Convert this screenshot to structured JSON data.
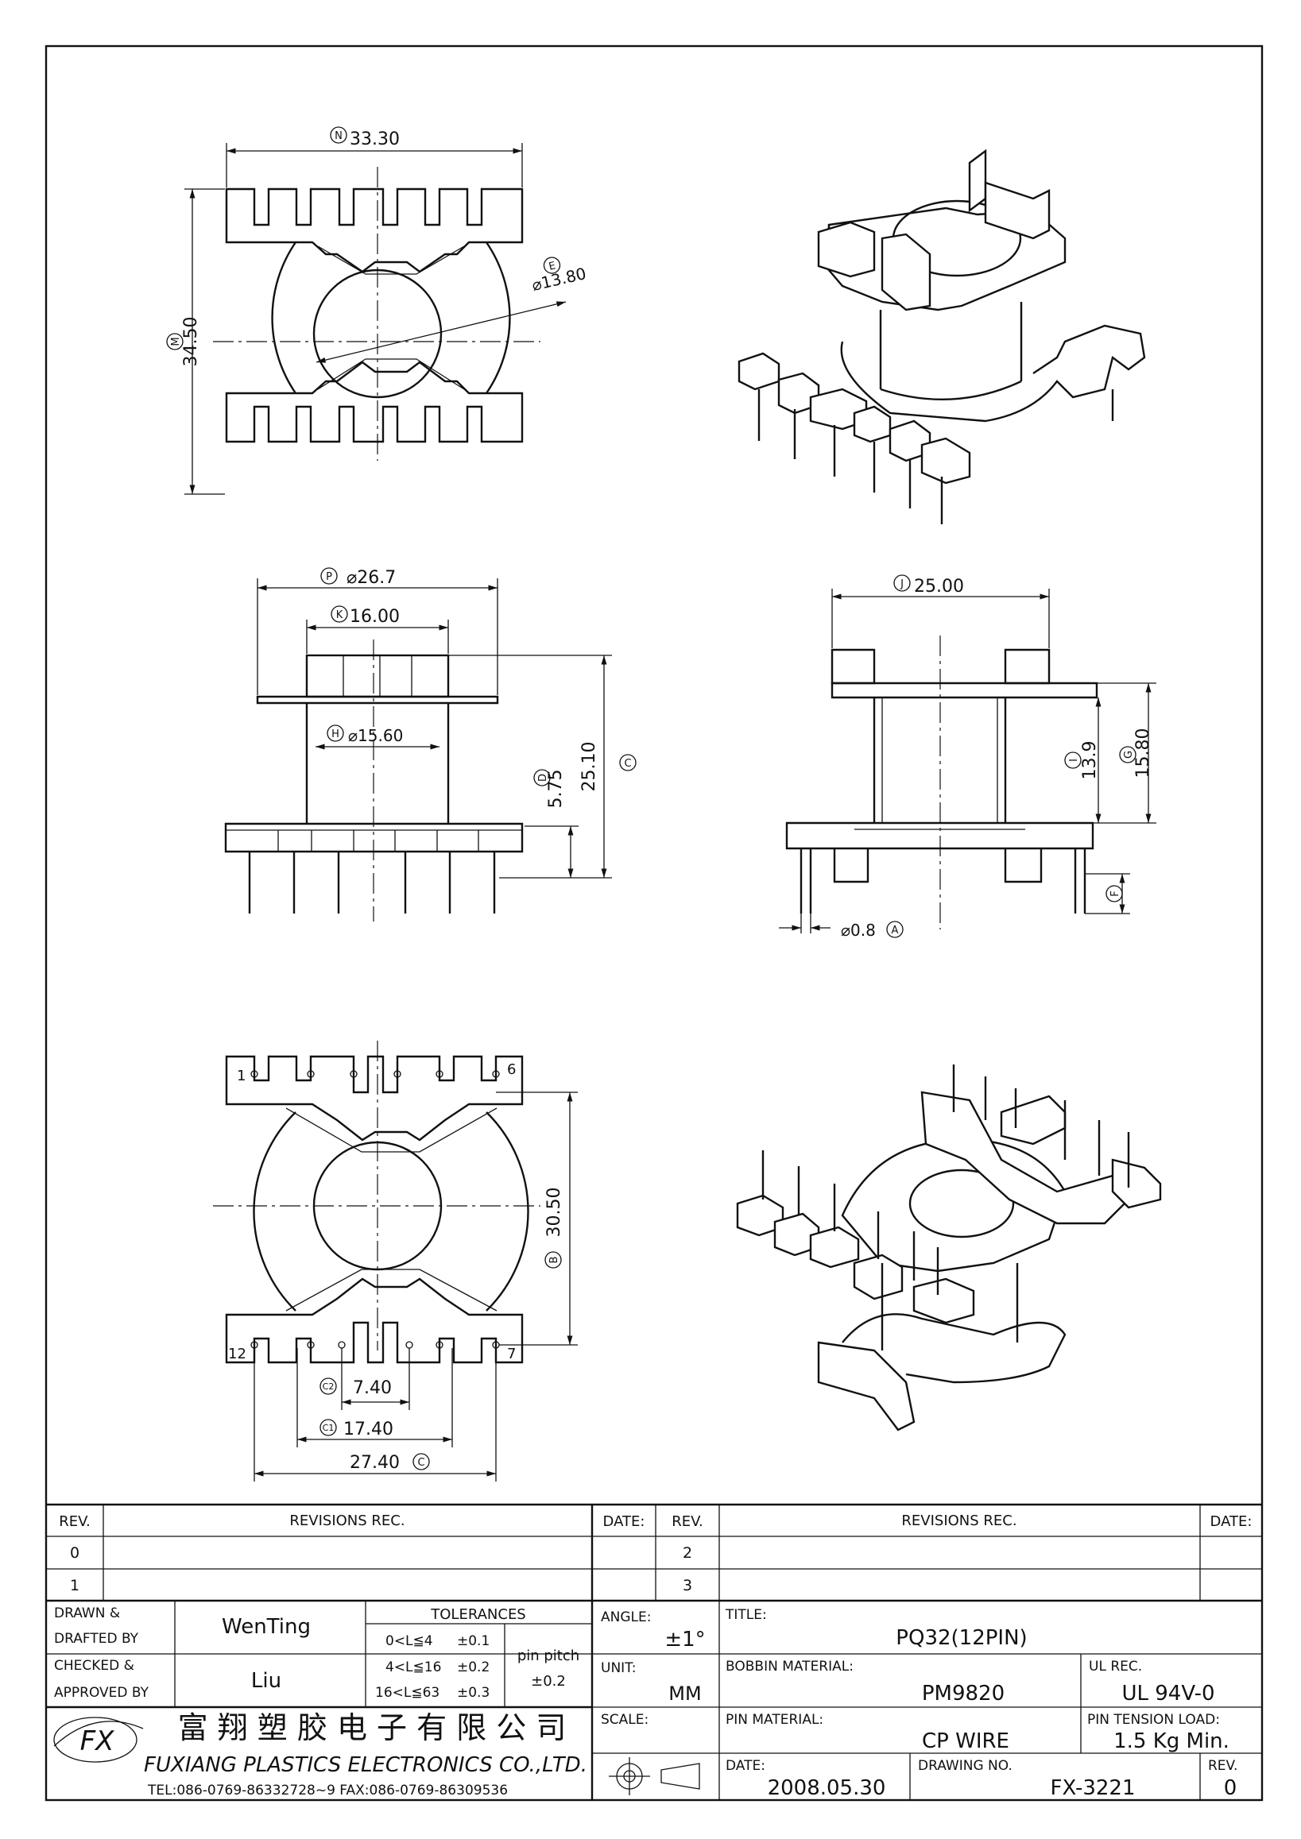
{
  "dims": {
    "N": "33.30",
    "M": "34.50",
    "E": "⌀13.80",
    "P": "⌀26.7",
    "K": "16.00",
    "H": "⌀15.60",
    "C_height": "25.10",
    "D_height": "5.75",
    "J": "25.00",
    "I": "13.9",
    "G": "15.80",
    "A": "⌀0.8",
    "B": "30.50",
    "C2": "7.40",
    "C1": "17.40",
    "C": "27.40"
  },
  "dim_letters": {
    "N": "N",
    "M": "M",
    "E": "E",
    "P": "P",
    "K": "K",
    "H": "H",
    "C": "C",
    "D": "D",
    "J": "J",
    "I": "I",
    "G": "G",
    "F": "F",
    "A": "A",
    "B": "B",
    "C1": "C1",
    "C2": "C2"
  },
  "pins": {
    "p1": "1",
    "p6": "6",
    "p12": "12",
    "p7": "7"
  },
  "revisions": {
    "headers": {
      "rev": "REV.",
      "rec": "REVISIONS    REC.",
      "date": "DATE:"
    },
    "rows_left": [
      "0",
      "1"
    ],
    "rows_right": [
      "2",
      "3"
    ]
  },
  "titleblock": {
    "drawn_label": "DRAWN  &\nDRAFTED  BY",
    "drawn_by": "WenTing",
    "checked_label": "CHECKED  &\nAPPROVED  BY",
    "checked_by": "Liu",
    "tolerances_title": "TOLERANCES",
    "tol_rows": [
      {
        "range": "0<L≦4",
        "tol": "±0.1"
      },
      {
        "range": "4<L≦16",
        "tol": "±0.2"
      },
      {
        "range": "16<L≦63",
        "tol": "±0.3"
      }
    ],
    "pin_pitch_label": "pin  pitch",
    "pin_pitch_tol": "±0.2",
    "angle_label": "ANGLE:",
    "angle_value": "±1°",
    "unit_label": "UNIT:",
    "unit_value": "MM",
    "scale_label": "SCALE:",
    "title_label": "TITLE:",
    "title_value": "PQ32(12PIN)",
    "bobbin_label": "BOBBIN  MATERIAL:",
    "bobbin_value": "PM9820",
    "ul_label": "UL  REC.",
    "ul_value": "UL  94V-0",
    "pin_mat_label": "PIN  MATERIAL:",
    "pin_mat_value": "CP  WIRE",
    "tension_label": "PIN  TENSION  LOAD:",
    "tension_value": "1.5  Kg  Min.",
    "date_label": "DATE:",
    "date_value": "2008.05.30",
    "drawing_label": "DRAWING  NO.",
    "drawing_value": "FX-3221",
    "rev_label": "REV.",
    "rev_value": "0",
    "company_cn": "富 翔 塑 胶 电 子 有 限 公 司",
    "company_en": "FUXIANG  PLASTICS  ELECTRONICS  CO.,LTD.",
    "contact": "TEL:086-0769-86332728~9   FAX:086-0769-86309536",
    "logo_text": "FX"
  }
}
